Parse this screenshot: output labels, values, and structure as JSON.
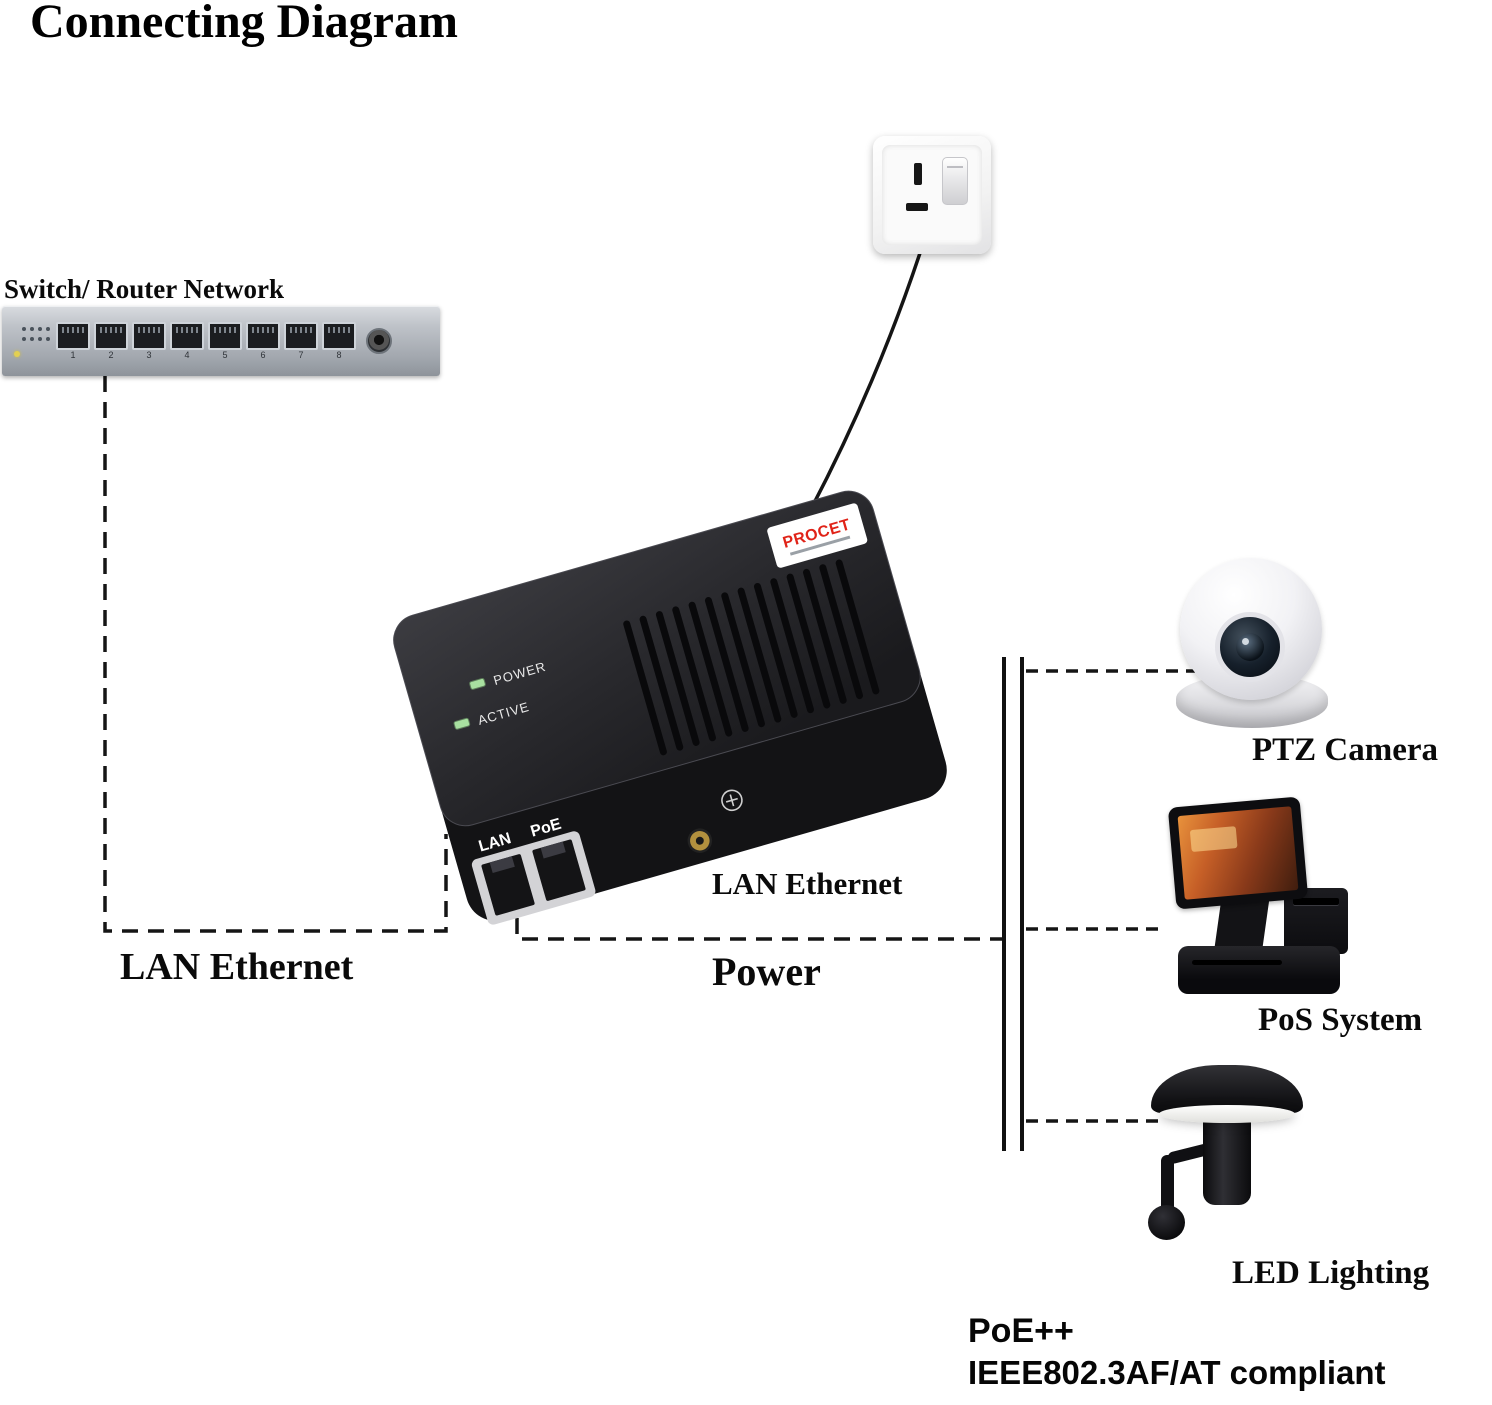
{
  "title": "Connecting Diagram",
  "devices": {
    "switch": {
      "label": "Switch/ Router Network",
      "port_numbers": [
        "1",
        "2",
        "3",
        "4",
        "5",
        "6",
        "7",
        "8"
      ]
    },
    "injector": {
      "brand": "PROCET",
      "led_power": "POWER",
      "led_active": "ACTIVE",
      "port_lan_label": "LAN",
      "port_poe_label": "PoE"
    },
    "camera": {
      "label": "PTZ Camera"
    },
    "pos": {
      "label": "PoS System"
    },
    "led": {
      "label": "LED Lighting"
    }
  },
  "connections": {
    "lan_left": "LAN Ethernet",
    "lan_right": "LAN Ethernet",
    "power": "Power"
  },
  "footer": {
    "standard": "PoE++",
    "compliance": "IEEE802.3AF/AT compliant"
  },
  "colors": {
    "line": "#151515",
    "brand_red": "#e02318",
    "led_green": "#a8e0a0",
    "injector_dark": "#1b1b1e"
  }
}
